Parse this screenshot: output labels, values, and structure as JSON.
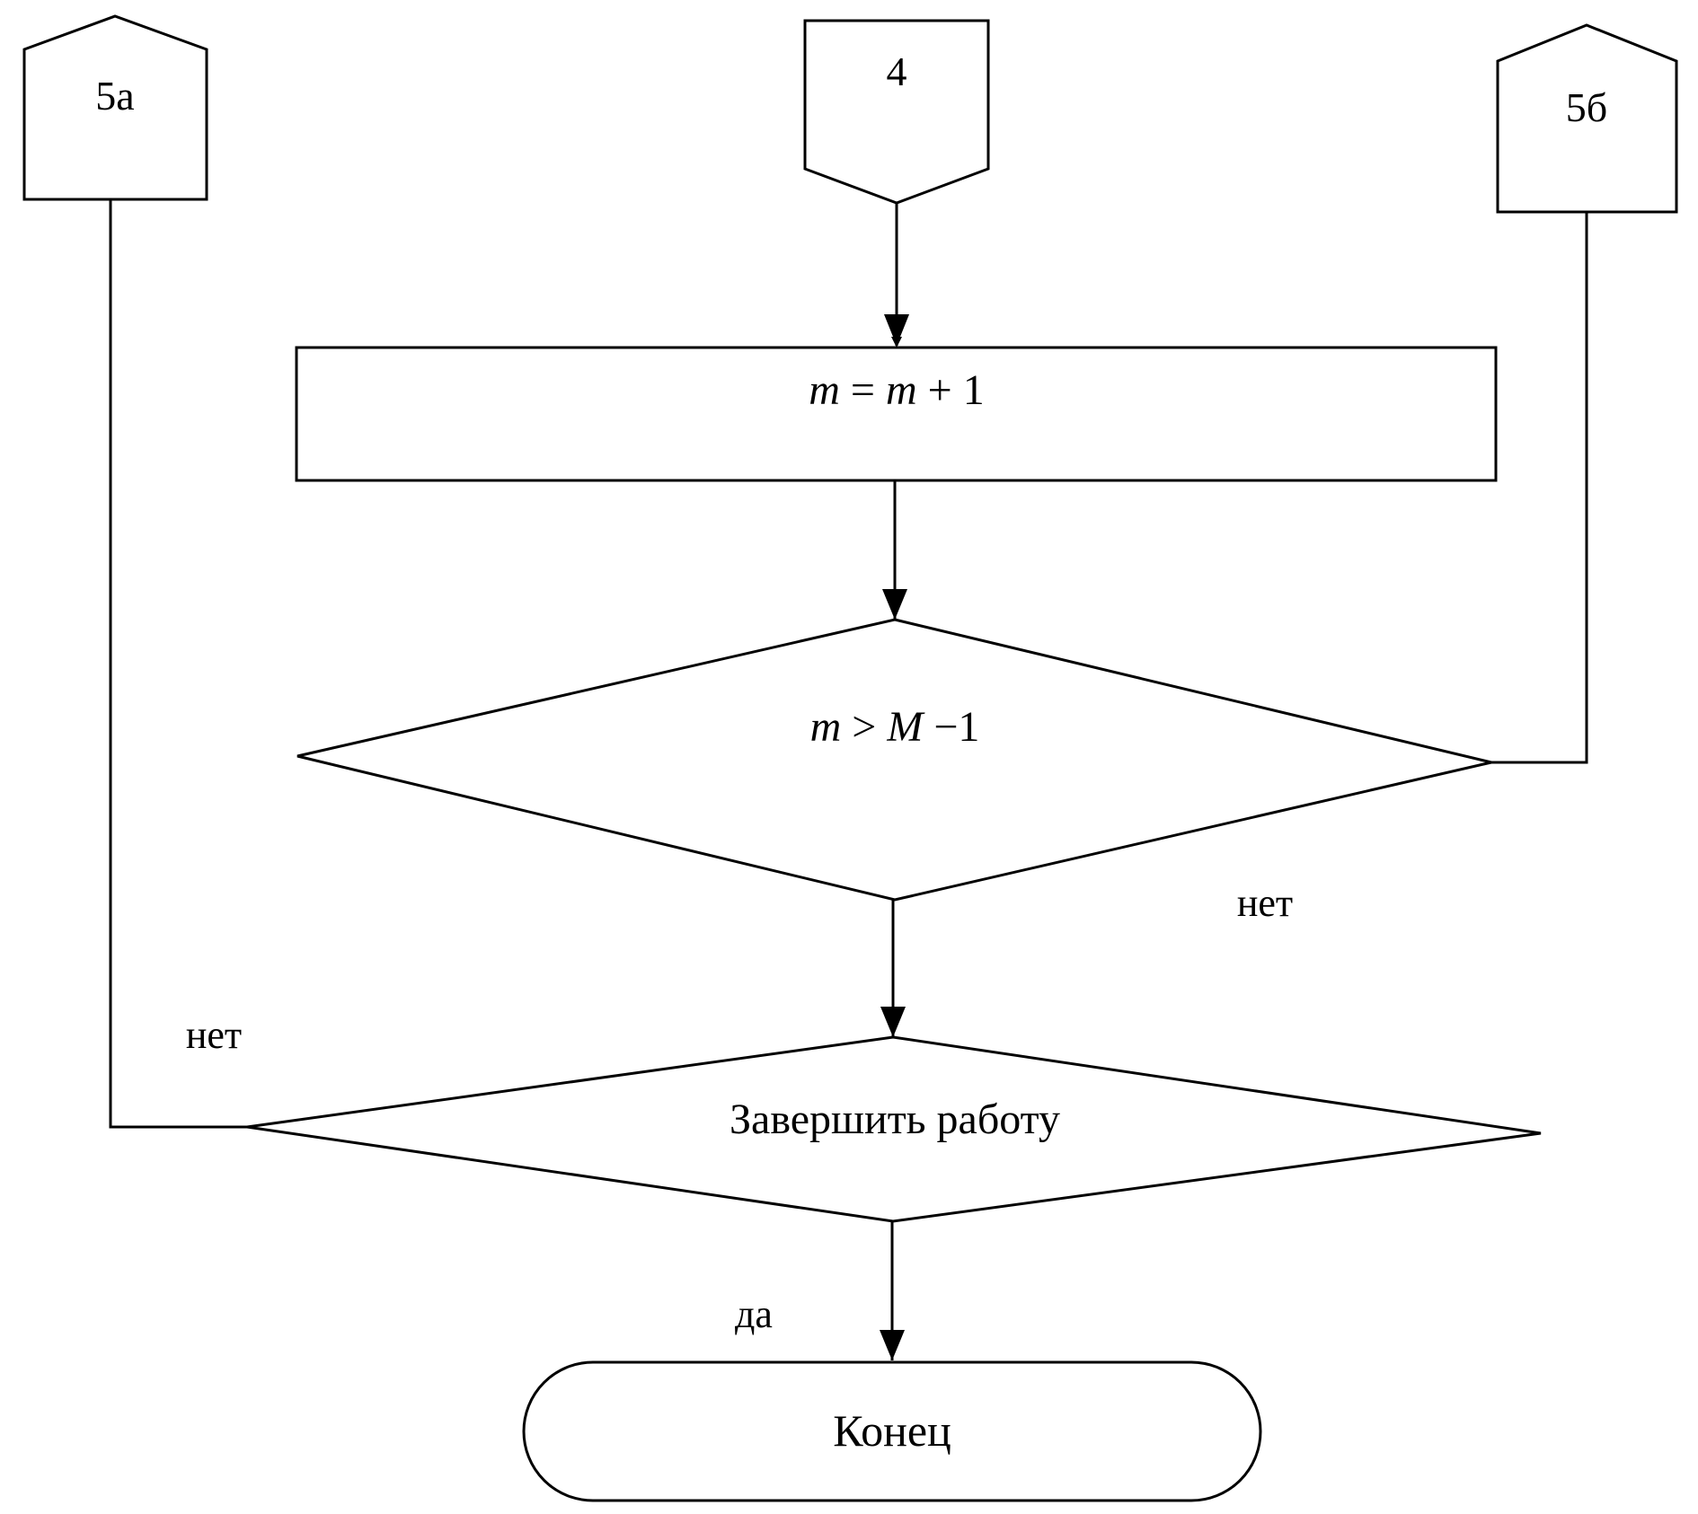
{
  "connectors": {
    "left": {
      "label": "5а",
      "icon": "pentagon-up-connector"
    },
    "center": {
      "label": "4",
      "icon": "pentagon-down-connector"
    },
    "right": {
      "label": "5б",
      "icon": "pentagon-up-connector"
    }
  },
  "process": {
    "lhs": "m",
    "eq": " = ",
    "rhs_var": "m",
    "rhs_rest": " + 1"
  },
  "decision_m": {
    "var": "m",
    "op": " > ",
    "bound_var": "M",
    "bound_rest": " −1",
    "no_label": "нет"
  },
  "decision_finish": {
    "text": "Завершить работу",
    "no_label": "нет",
    "yes_label": "да"
  },
  "terminal": {
    "text": "Конец"
  },
  "colors": {
    "stroke": "#000000",
    "fill": "#ffffff"
  }
}
